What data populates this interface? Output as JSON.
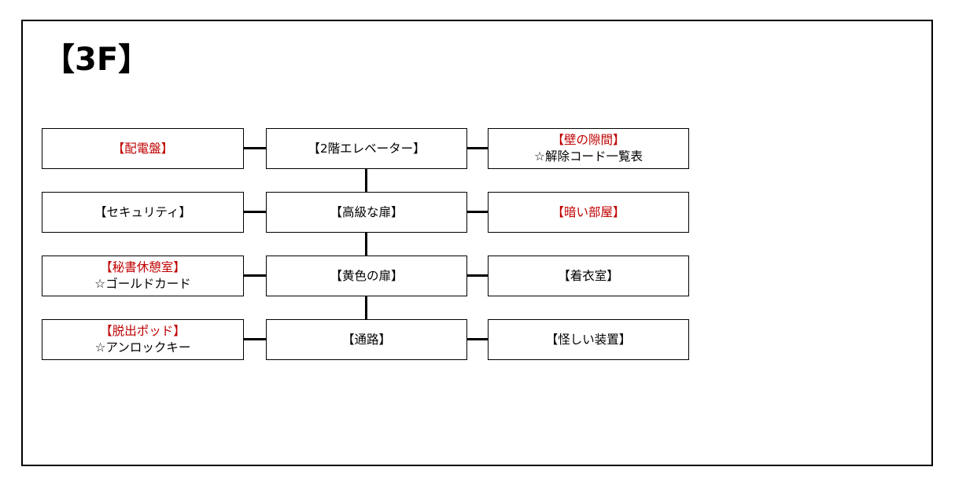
{
  "page": {
    "title": "【3F】",
    "background_color": "#ffffff",
    "frame_color": "#000000",
    "accent_red": "#C00000"
  },
  "map": {
    "floor_label": "【3F】",
    "columns": 3,
    "rows": 4,
    "nodes": [
      {
        "id": "r1c1",
        "title": "【配電盤】",
        "item": "",
        "title_color": "#C00000",
        "row": 1,
        "col": 1
      },
      {
        "id": "r1c2",
        "title": "【2階エレベーター】",
        "item": "",
        "title_color": "#000000",
        "row": 1,
        "col": 2
      },
      {
        "id": "r1c3",
        "title": "【壁の隙間】",
        "item": "☆解除コード一覧表",
        "title_color": "#C00000",
        "row": 1,
        "col": 3
      },
      {
        "id": "r2c1",
        "title": "【セキュリティ】",
        "item": "",
        "title_color": "#000000",
        "row": 2,
        "col": 1
      },
      {
        "id": "r2c2",
        "title": "【高級な扉】",
        "item": "",
        "title_color": "#000000",
        "row": 2,
        "col": 2
      },
      {
        "id": "r2c3",
        "title": "【暗い部屋】",
        "item": "",
        "title_color": "#C00000",
        "row": 2,
        "col": 3
      },
      {
        "id": "r3c1",
        "title": "【秘書休憩室】",
        "item": "☆ゴールドカード",
        "title_color": "#C00000",
        "row": 3,
        "col": 1
      },
      {
        "id": "r3c2",
        "title": "【黄色の扉】",
        "item": "",
        "title_color": "#000000",
        "row": 3,
        "col": 2
      },
      {
        "id": "r3c3",
        "title": "【着衣室】",
        "item": "",
        "title_color": "#000000",
        "row": 3,
        "col": 3
      },
      {
        "id": "r4c1",
        "title": "【脱出ポッド】",
        "item": "☆アンロックキー",
        "title_color": "#C00000",
        "row": 4,
        "col": 1
      },
      {
        "id": "r4c2",
        "title": "【通路】",
        "item": "",
        "title_color": "#000000",
        "row": 4,
        "col": 2
      },
      {
        "id": "r4c3",
        "title": "【怪しい装置】",
        "item": "",
        "title_color": "#000000",
        "row": 4,
        "col": 3
      }
    ],
    "connections": [
      {
        "from": "r1c1",
        "to": "r1c2",
        "orientation": "horizontal"
      },
      {
        "from": "r1c2",
        "to": "r1c3",
        "orientation": "horizontal"
      },
      {
        "from": "r2c1",
        "to": "r2c2",
        "orientation": "horizontal"
      },
      {
        "from": "r2c2",
        "to": "r2c3",
        "orientation": "horizontal"
      },
      {
        "from": "r3c1",
        "to": "r3c2",
        "orientation": "horizontal"
      },
      {
        "from": "r3c2",
        "to": "r3c3",
        "orientation": "horizontal"
      },
      {
        "from": "r4c1",
        "to": "r4c2",
        "orientation": "horizontal"
      },
      {
        "from": "r4c2",
        "to": "r4c3",
        "orientation": "horizontal"
      },
      {
        "from": "r1c2",
        "to": "r2c2",
        "orientation": "vertical"
      },
      {
        "from": "r2c2",
        "to": "r3c2",
        "orientation": "vertical"
      },
      {
        "from": "r3c2",
        "to": "r4c2",
        "orientation": "vertical"
      }
    ]
  }
}
